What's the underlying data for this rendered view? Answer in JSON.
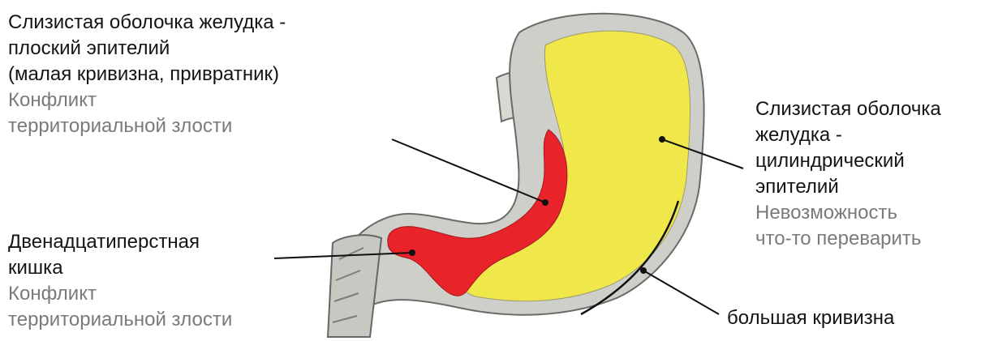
{
  "labels": {
    "top_left": {
      "title_lines": [
        "Слизистая оболочка желудка -",
        "плоский эпителий",
        "(малая кривизна, привратник)"
      ],
      "note_lines": [
        "Конфликт",
        "территориальной злости"
      ]
    },
    "bottom_left": {
      "title_lines": [
        "Двенадцатиперстная",
        "кишка"
      ],
      "note_lines": [
        "Конфликт",
        "территориальной злости"
      ]
    },
    "right": {
      "title_lines": [
        "Слизистая оболочка",
        "желудка -",
        "цилиндрический",
        "эпителий"
      ],
      "note_lines": [
        "Невозможность",
        "что-то переварить"
      ]
    },
    "curvature": "большая кривизна"
  },
  "colors": {
    "yellow_mucosa": "#f0e84a",
    "red_mucosa": "#e8232a",
    "wall": "#c9c9c4",
    "text_dark": "#141414",
    "text_gray": "#7a7a7a"
  }
}
